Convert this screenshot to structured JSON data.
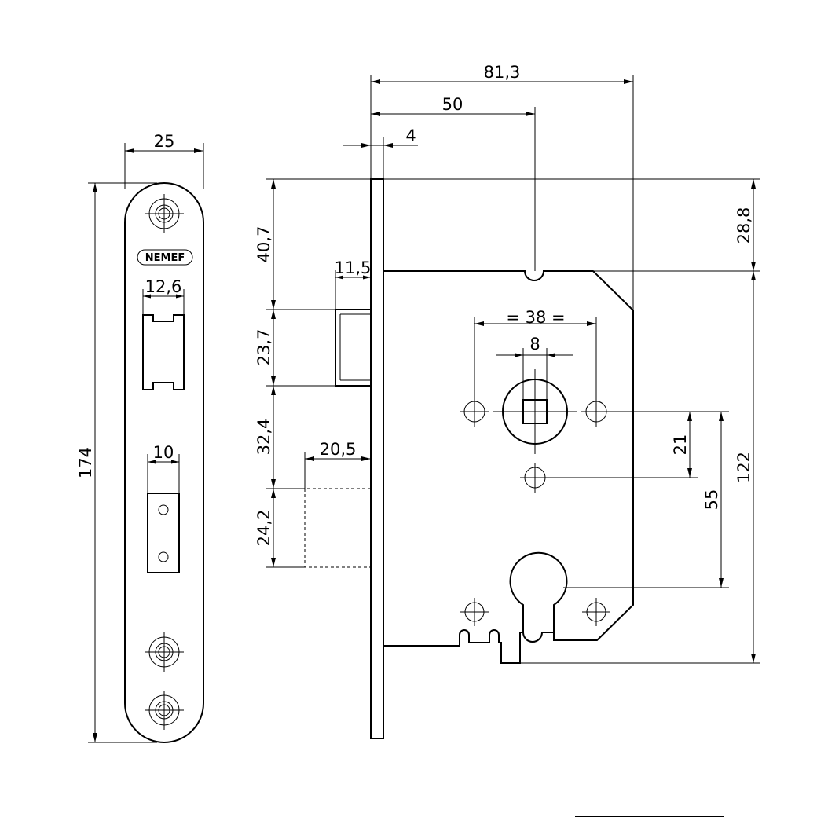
{
  "faceplate": {
    "brand": "NEMEF",
    "width": "25",
    "height": "174",
    "latch_width": "12,6",
    "bolt_width": "10"
  },
  "body": {
    "backset": "81,3",
    "handle_distance": "50",
    "faceplate_thickness": "4",
    "latch_projection": "11,5",
    "bolt_projection": "20,5",
    "top_offset": "40,7",
    "latch_height": "23,7",
    "gap": "32,4",
    "bolt_height": "24,2",
    "top_to_case": "28,8",
    "case_height": "122",
    "screw_spacing": "= 38 =",
    "spindle": "8",
    "center_offset": "21",
    "center_distance": "55"
  }
}
